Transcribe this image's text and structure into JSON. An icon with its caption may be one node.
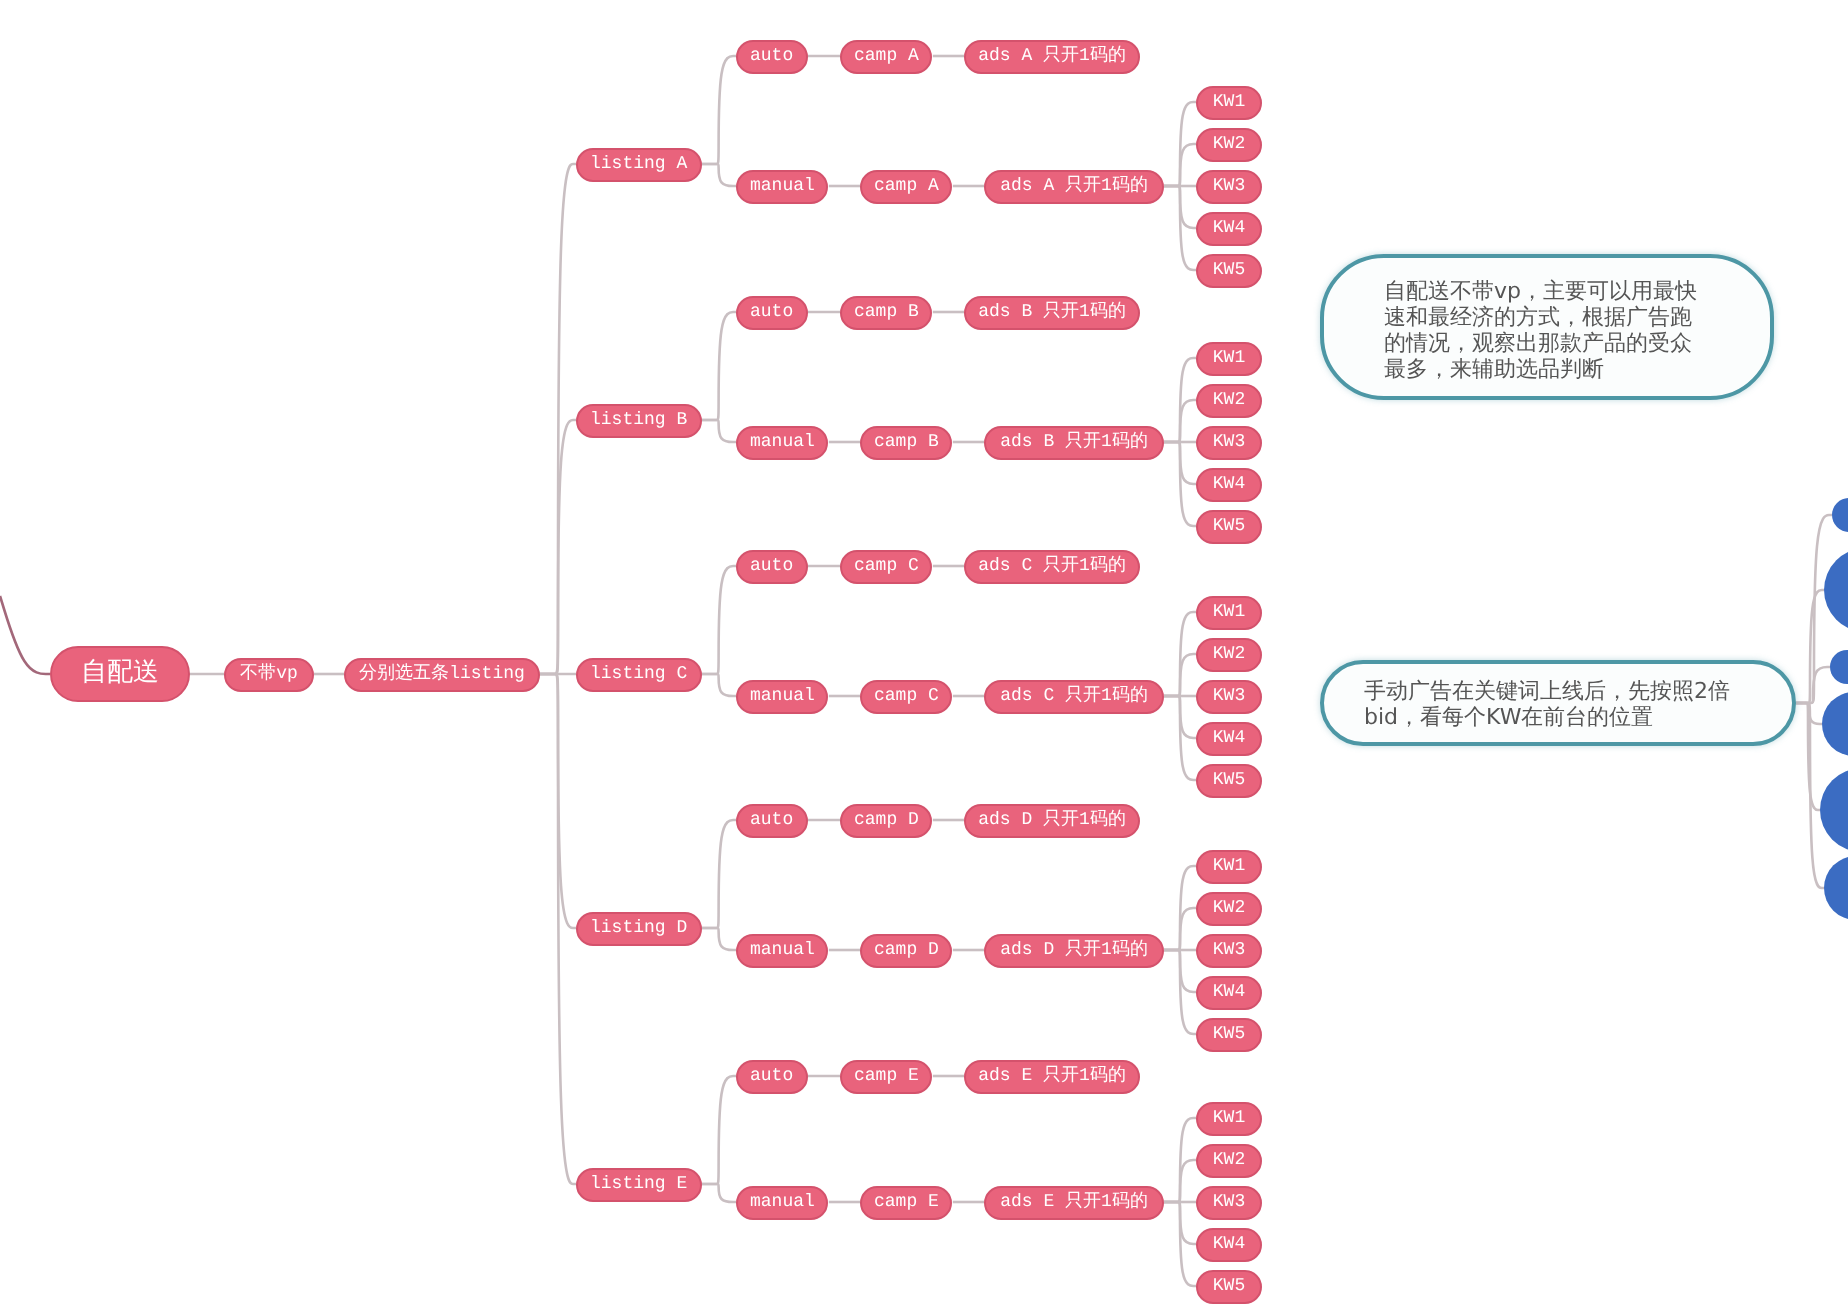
{
  "diagram": {
    "nodes": [
      {
        "text": [
          "自配送"
        ]
      },
      {
        "text": [
          "不带vp"
        ]
      },
      {
        "text": [
          "分别选五条listing"
        ]
      },
      {
        "text": [
          "listing A"
        ]
      },
      {
        "text": [
          "auto"
        ]
      },
      {
        "text": [
          "camp A"
        ]
      },
      {
        "text": [
          "ads A 只开1码的"
        ]
      },
      {
        "text": [
          "manual"
        ]
      },
      {
        "text": [
          "camp A"
        ]
      },
      {
        "text": [
          "ads A 只开1码的"
        ]
      },
      {
        "text": [
          "KW1"
        ]
      },
      {
        "text": [
          "KW2"
        ]
      },
      {
        "text": [
          "KW3"
        ]
      },
      {
        "text": [
          "KW4"
        ]
      },
      {
        "text": [
          "KW5"
        ]
      },
      {
        "text": [
          "listing B"
        ]
      },
      {
        "text": [
          "auto"
        ]
      },
      {
        "text": [
          "camp B"
        ]
      },
      {
        "text": [
          "ads B 只开1码的"
        ]
      },
      {
        "text": [
          "manual"
        ]
      },
      {
        "text": [
          "camp B"
        ]
      },
      {
        "text": [
          "ads B 只开1码的"
        ]
      },
      {
        "text": [
          "KW1"
        ]
      },
      {
        "text": [
          "KW2"
        ]
      },
      {
        "text": [
          "KW3"
        ]
      },
      {
        "text": [
          "KW4"
        ]
      },
      {
        "text": [
          "KW5"
        ]
      },
      {
        "text": [
          "listing C"
        ]
      },
      {
        "text": [
          "auto"
        ]
      },
      {
        "text": [
          "camp C"
        ]
      },
      {
        "text": [
          "ads C 只开1码的"
        ]
      },
      {
        "text": [
          "manual"
        ]
      },
      {
        "text": [
          "camp C"
        ]
      },
      {
        "text": [
          "ads C 只开1码的"
        ]
      },
      {
        "text": [
          "KW1"
        ]
      },
      {
        "text": [
          "KW2"
        ]
      },
      {
        "text": [
          "KW3"
        ]
      },
      {
        "text": [
          "KW4"
        ]
      },
      {
        "text": [
          "KW5"
        ]
      },
      {
        "text": [
          "listing D"
        ]
      },
      {
        "text": [
          "auto"
        ]
      },
      {
        "text": [
          "camp D"
        ]
      },
      {
        "text": [
          "ads D 只开1码的"
        ]
      },
      {
        "text": [
          "manual"
        ]
      },
      {
        "text": [
          "camp D"
        ]
      },
      {
        "text": [
          "ads D 只开1码的"
        ]
      },
      {
        "text": [
          "KW1"
        ]
      },
      {
        "text": [
          "KW2"
        ]
      },
      {
        "text": [
          "KW3"
        ]
      },
      {
        "text": [
          "KW4"
        ]
      },
      {
        "text": [
          "KW5"
        ]
      },
      {
        "text": [
          "listing E"
        ]
      },
      {
        "text": [
          "auto"
        ]
      },
      {
        "text": [
          "camp E"
        ]
      },
      {
        "text": [
          "ads E 只开1码的"
        ]
      },
      {
        "text": [
          "manual"
        ]
      },
      {
        "text": [
          "camp E"
        ]
      },
      {
        "text": [
          "ads E 只开1码的"
        ]
      },
      {
        "text": [
          "KW1"
        ]
      },
      {
        "text": [
          "KW2"
        ]
      },
      {
        "text": [
          "KW3"
        ]
      },
      {
        "text": [
          "KW4"
        ]
      },
      {
        "text": [
          "KW5"
        ]
      },
      {
        "text": [
          "自配送不带vp，主要可以用最快速和最经济的方式，根据广告跑的情况，观察出那款产品的受众最多，来辅助选品判断"
        ]
      },
      {
        "text": [
          "手动广告在关键词上线后，先按照2倍bid，看每个KW在前台的位置"
        ]
      },
      {
        "text": [],
        "shape": "circle"
      },
      {
        "text": [],
        "shape": "circle"
      },
      {
        "text": [],
        "shape": "circle"
      },
      {
        "text": [],
        "shape": "circle"
      },
      {
        "text": [],
        "shape": "circle"
      },
      {
        "text": [],
        "shape": "circle"
      }
    ],
    "edges": [
      {
        "from": null,
        "to": 0,
        "arrow": "none",
        "color": "#a3687a"
      },
      {
        "from": 0,
        "to": 1,
        "arrow": "none"
      },
      {
        "from": 1,
        "to": 2,
        "arrow": "none"
      },
      {
        "from": 2,
        "to": 3,
        "arrow": "none"
      },
      {
        "from": 2,
        "to": 15,
        "arrow": "none"
      },
      {
        "from": 2,
        "to": 27,
        "arrow": "none"
      },
      {
        "from": 2,
        "to": 39,
        "arrow": "none"
      },
      {
        "from": 2,
        "to": 51,
        "arrow": "none"
      },
      {
        "from": 3,
        "to": 4,
        "arrow": "none"
      },
      {
        "from": 4,
        "to": 5,
        "arrow": "none"
      },
      {
        "from": 5,
        "to": 6,
        "arrow": "none"
      },
      {
        "from": 3,
        "to": 7,
        "arrow": "none"
      },
      {
        "from": 7,
        "to": 8,
        "arrow": "none"
      },
      {
        "from": 8,
        "to": 9,
        "arrow": "none"
      },
      {
        "from": 9,
        "to": 10,
        "arrow": "none"
      },
      {
        "from": 9,
        "to": 11,
        "arrow": "none"
      },
      {
        "from": 9,
        "to": 12,
        "arrow": "none"
      },
      {
        "from": 9,
        "to": 13,
        "arrow": "none"
      },
      {
        "from": 9,
        "to": 14,
        "arrow": "none"
      },
      {
        "from": 15,
        "to": 16,
        "arrow": "none"
      },
      {
        "from": 16,
        "to": 17,
        "arrow": "none"
      },
      {
        "from": 17,
        "to": 18,
        "arrow": "none"
      },
      {
        "from": 15,
        "to": 19,
        "arrow": "none"
      },
      {
        "from": 19,
        "to": 20,
        "arrow": "none"
      },
      {
        "from": 20,
        "to": 21,
        "arrow": "none"
      },
      {
        "from": 21,
        "to": 22,
        "arrow": "none"
      },
      {
        "from": 21,
        "to": 23,
        "arrow": "none"
      },
      {
        "from": 21,
        "to": 24,
        "arrow": "none"
      },
      {
        "from": 21,
        "to": 25,
        "arrow": "none"
      },
      {
        "from": 21,
        "to": 26,
        "arrow": "none"
      },
      {
        "from": 27,
        "to": 28,
        "arrow": "none"
      },
      {
        "from": 28,
        "to": 29,
        "arrow": "none"
      },
      {
        "from": 29,
        "to": 30,
        "arrow": "none"
      },
      {
        "from": 27,
        "to": 31,
        "arrow": "none"
      },
      {
        "from": 31,
        "to": 32,
        "arrow": "none"
      },
      {
        "from": 32,
        "to": 33,
        "arrow": "none"
      },
      {
        "from": 33,
        "to": 34,
        "arrow": "none"
      },
      {
        "from": 33,
        "to": 35,
        "arrow": "none"
      },
      {
        "from": 33,
        "to": 36,
        "arrow": "none"
      },
      {
        "from": 33,
        "to": 37,
        "arrow": "none"
      },
      {
        "from": 33,
        "to": 38,
        "arrow": "none"
      },
      {
        "from": 39,
        "to": 40,
        "arrow": "none"
      },
      {
        "from": 40,
        "to": 41,
        "arrow": "none"
      },
      {
        "from": 41,
        "to": 42,
        "arrow": "none"
      },
      {
        "from": 39,
        "to": 43,
        "arrow": "none"
      },
      {
        "from": 43,
        "to": 44,
        "arrow": "none"
      },
      {
        "from": 44,
        "to": 45,
        "arrow": "none"
      },
      {
        "from": 45,
        "to": 46,
        "arrow": "none"
      },
      {
        "from": 45,
        "to": 47,
        "arrow": "none"
      },
      {
        "from": 45,
        "to": 48,
        "arrow": "none"
      },
      {
        "from": 45,
        "to": 49,
        "arrow": "none"
      },
      {
        "from": 45,
        "to": 50,
        "arrow": "none"
      },
      {
        "from": 51,
        "to": 52,
        "arrow": "none"
      },
      {
        "from": 52,
        "to": 53,
        "arrow": "none"
      },
      {
        "from": 53,
        "to": 54,
        "arrow": "none"
      },
      {
        "from": 51,
        "to": 55,
        "arrow": "none"
      },
      {
        "from": 55,
        "to": 56,
        "arrow": "none"
      },
      {
        "from": 56,
        "to": 57,
        "arrow": "none"
      },
      {
        "from": 57,
        "to": 58,
        "arrow": "none"
      },
      {
        "from": 57,
        "to": 59,
        "arrow": "none"
      },
      {
        "from": 57,
        "to": 60,
        "arrow": "none"
      },
      {
        "from": 57,
        "to": 61,
        "arrow": "none"
      },
      {
        "from": 57,
        "to": 62,
        "arrow": "none"
      },
      {
        "from": 64,
        "to": 65,
        "arrow": "none"
      },
      {
        "from": 64,
        "to": 66,
        "arrow": "none"
      },
      {
        "from": 64,
        "to": 67,
        "arrow": "none"
      },
      {
        "from": 64,
        "to": 68,
        "arrow": "none"
      },
      {
        "from": 64,
        "to": 69,
        "arrow": "none"
      },
      {
        "from": 64,
        "to": 70,
        "arrow": "none"
      }
    ]
  }
}
